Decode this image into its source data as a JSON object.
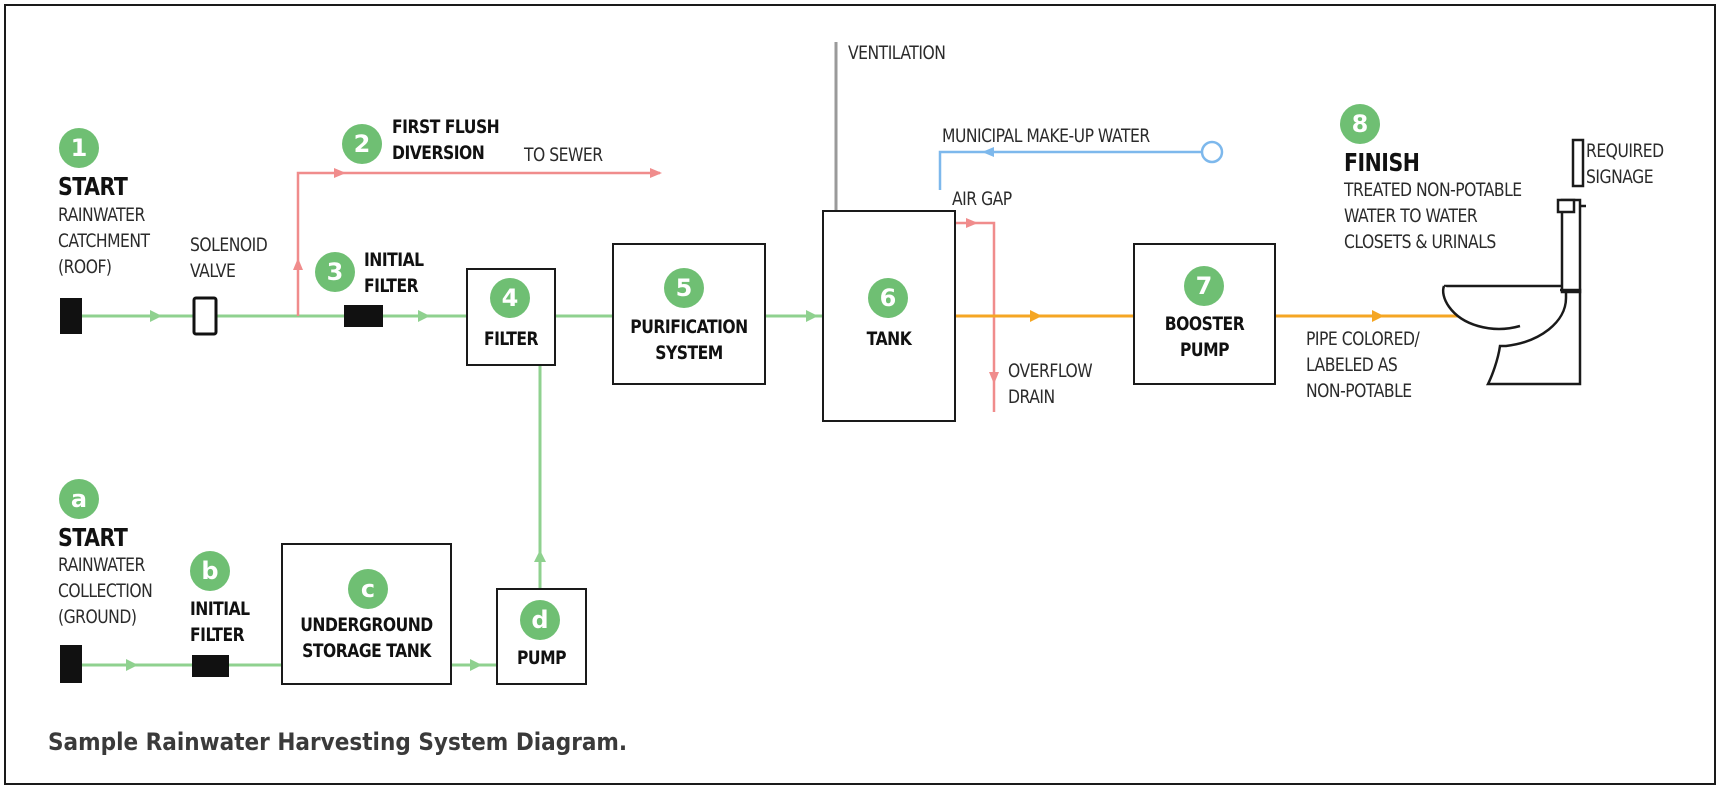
{
  "start_roof": {
    "badge": "1",
    "heading": "START",
    "text": "RAINWATER\nCATCHMENT\n(ROOF)"
  },
  "solenoid_valve": {
    "label": "SOLENOID\nVALVE"
  },
  "first_flush": {
    "badge": "2",
    "label": "FIRST FLUSH\nDIVERSION",
    "destination": "TO SEWER"
  },
  "initial_filter_roof": {
    "badge": "3",
    "label": "INITIAL\nFILTER"
  },
  "filter": {
    "badge": "4",
    "label": "FILTER"
  },
  "purification": {
    "badge": "5",
    "label": "PURIFICATION\nSYSTEM"
  },
  "tank": {
    "badge": "6",
    "label": "TANK",
    "ventilation": "VENTILATION",
    "air_gap": "AIR GAP",
    "overflow": "OVERFLOW\nDRAIN"
  },
  "municipal": {
    "label": "MUNICIPAL MAKE-UP WATER"
  },
  "booster_pump": {
    "badge": "7",
    "label": "BOOSTER\nPUMP"
  },
  "pipe_note": {
    "label": "PIPE COLORED/\nLABELED AS\nNON-POTABLE"
  },
  "finish": {
    "badge": "8",
    "heading": "FINISH",
    "text": "TREATED NON-POTABLE\nWATER TO WATER\nCLOSETS & URINALS",
    "signage": "REQUIRED\nSIGNAGE"
  },
  "start_ground": {
    "badge": "a",
    "heading": "START",
    "text": "RAINWATER\nCOLLECTION\n(GROUND)"
  },
  "initial_filter_ground": {
    "badge": "b",
    "label": "INITIAL\nFILTER"
  },
  "underground_tank": {
    "badge": "c",
    "label": "UNDERGROUND\nSTORAGE TANK"
  },
  "pump": {
    "badge": "d",
    "label": "PUMP"
  },
  "caption": "Sample Rainwater Harvesting System Diagram.",
  "colors": {
    "rainwater_line": "#8fd18f",
    "diversion_line": "#f08c8c",
    "municipal_line": "#7db8ec",
    "non_potable_line": "#f5a623",
    "badge": "#6fbf73"
  }
}
